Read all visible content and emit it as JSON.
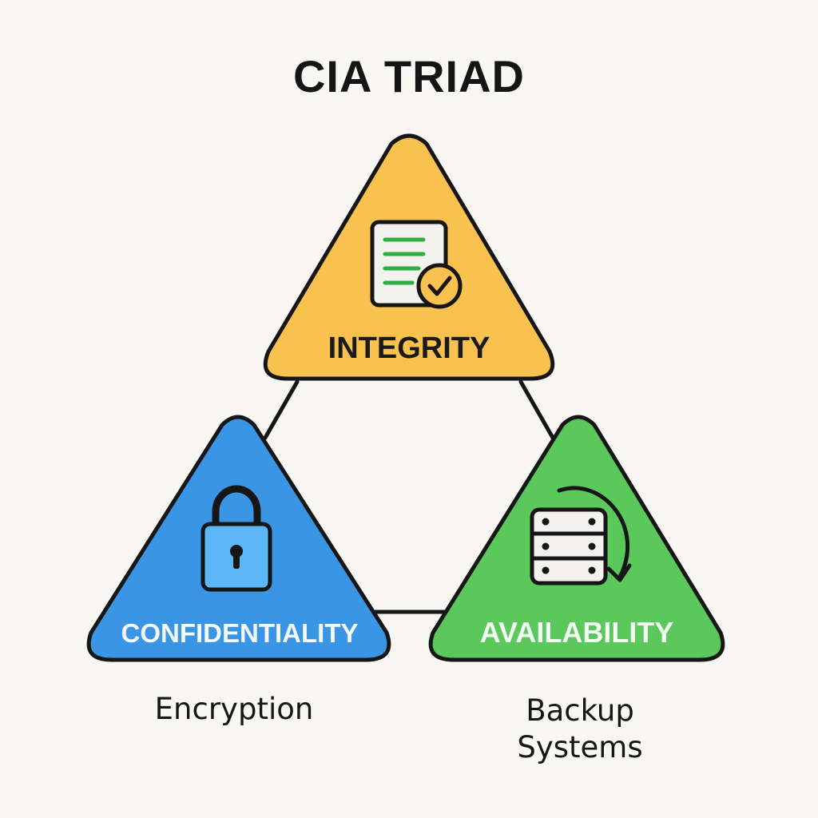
{
  "title": "CIA TRIAD",
  "triangles": {
    "integrity": {
      "label": "INTEGRITY",
      "icon": "document-check-icon",
      "fill": "#f9c14e",
      "label_color": "#1a1a1a"
    },
    "confidentiality": {
      "label": "CONFIDENTIALITY",
      "icon": "padlock-icon",
      "fill": "#3a95e4",
      "label_color": "#f4f8ff",
      "caption": "Encryption"
    },
    "availability": {
      "label": "AVAILABILITY",
      "icon": "server-backup-icon",
      "fill": "#5ac85a",
      "label_color": "#f2fff2",
      "caption_lines": [
        "Backup",
        "Systems"
      ]
    }
  },
  "colors": {
    "background": "#f8f7f4",
    "outline": "#161616",
    "icon_accent_green": "#2fae43",
    "lock_body": "#5ab6f5"
  }
}
